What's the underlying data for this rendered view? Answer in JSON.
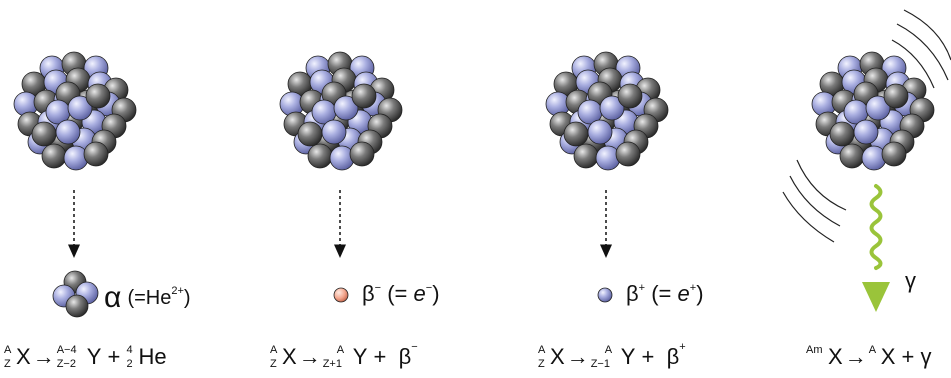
{
  "panels": [
    {
      "id": "alpha",
      "particle_symbol": "α",
      "particle_note": "(=He",
      "particle_note_sup": "2+",
      "particle_note_close": ")",
      "equation": {
        "parent_top": "A",
        "parent_bottom": "Z",
        "parent": "X",
        "arrow": "→",
        "daughter_top": "A−4",
        "daughter_bottom": "Z−2",
        "daughter": "Y",
        "plus": "+",
        "emitted_top": "4",
        "emitted_bottom": "2",
        "emitted": "He"
      }
    },
    {
      "id": "beta-minus",
      "particle_symbol": "β",
      "particle_sup": "−",
      "particle_note_open": "(= ",
      "particle_note_e": "e",
      "particle_note_e_sup": "−",
      "particle_note_close": ")",
      "particle_color": "#f4a58e",
      "equation": {
        "parent_top": "A",
        "parent_bottom": "Z",
        "parent": "X",
        "arrow": "→",
        "daughter_top": "A",
        "daughter_bottom": "Z+1",
        "daughter": "Y",
        "plus": "+",
        "emitted": "β",
        "emitted_sup": "−"
      }
    },
    {
      "id": "beta-plus",
      "particle_symbol": "β",
      "particle_sup": "+",
      "particle_note_open": "(= ",
      "particle_note_e": "e",
      "particle_note_e_sup": "+",
      "particle_note_close": ")",
      "particle_color": "#a3a8db",
      "equation": {
        "parent_top": "A",
        "parent_bottom": "Z",
        "parent": "X",
        "arrow": "→",
        "daughter_top": "A",
        "daughter_bottom": "Z−1",
        "daughter": "Y",
        "plus": "+",
        "emitted": "β",
        "emitted_sup": "+"
      }
    },
    {
      "id": "gamma",
      "particle_symbol": "γ",
      "ray_color": "#9ac43a",
      "equation": {
        "parent_top": "Am",
        "parent": "X",
        "arrow": "→",
        "daughter_top": "A",
        "daughter": "X",
        "plus": "+",
        "emitted": "γ"
      }
    }
  ],
  "colors": {
    "proton": "#9ea4d8",
    "neutron": "#6e6e6e",
    "outline": "#222222",
    "gamma": "#9ac43a"
  }
}
